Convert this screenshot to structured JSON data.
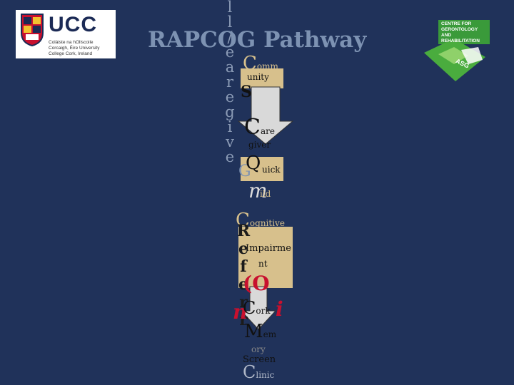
{
  "title": "RAPCOG Pathway",
  "logos": {
    "left_word": "UCC",
    "left_subtitle": "Coláiste na hOllscoile Corcaigh, Éire University College Cork, Ireland",
    "right_text": "CENTRE FOR GERONTOLOGY AND REHABILITATION",
    "right_badge": "ASG"
  },
  "vertical_text": [
    "l",
    "l",
    "/",
    "e",
    "a",
    "r",
    "e",
    "g",
    "i",
    "v",
    "e"
  ],
  "vertical_text_2": [
    "R",
    "e",
    "f",
    "e",
    "r",
    "r"
  ],
  "flow": {
    "box1": {
      "line1_cap": "C",
      "line1_rest": "omm",
      "line2": "unity"
    },
    "s_letter": "S",
    "care_cap": "C",
    "care_rest": "are",
    "giver": "giver",
    "box2": {
      "g_letter": "G",
      "q_letter": "Q",
      "quick": "uick",
      "m_letter": "m",
      "mild": "ild"
    },
    "cognitive_cap": "C",
    "cognitive_rest": "ognitive",
    "box3": {
      "impair1": "Impairme",
      "impair2": "nt"
    },
    "paren_o": "(O",
    "red_n": "n",
    "red_i": "i",
    "cork_cap": "C",
    "cork_rest": "ork",
    "mem_cap": "M",
    "mem_rest": "em",
    "ory": "ory",
    "screen": "Screen",
    "clinic_cap": "C",
    "clinic_rest": "linic"
  },
  "colors": {
    "background": "#20325a",
    "box": "#d7c08c",
    "arrow": "#d9d9d9",
    "title": "#7d92b2"
  }
}
